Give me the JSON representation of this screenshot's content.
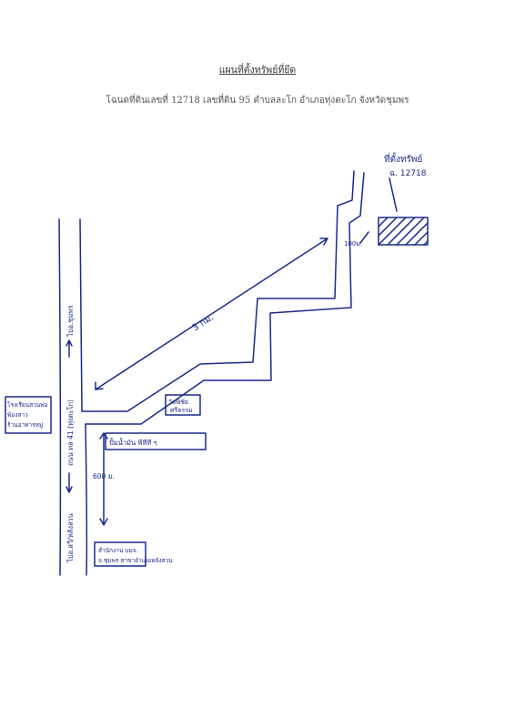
{
  "title": "แผนที่ตั้งทรัพย์ที่ยึด",
  "subtitle": "โฉนดที่ดินเลขที่ 12718 เลขที่ดิน 95 ตำบลละโก อำเภอทุ่งตะโก จังหวัดชุมพร",
  "map": {
    "ink_color": "#1a2a8a",
    "property_label_line1": "ที่ตั้งทรัพย์",
    "property_label_line2": "ฉ. 12718",
    "distance_label": "3 กม.",
    "meters_label": "100ม.",
    "road_label": "ถนน ทล 41 (ทุ่งตะโก)",
    "to_north": "ไปอ.ชุมพร",
    "to_south": "ไปอ.สวี/หลังสวน",
    "landmark_west_line1": "โรงเรียนสวนพ่อ",
    "landmark_west_line2": "พ้องสาว",
    "landmark_west_line3": "ร้านอาหารหมู่",
    "landmark_temple_line1": "วัดพิชัย",
    "landmark_temple_line2": "ศรีธรรม",
    "landmark_shop": "ปั้มน้ำมัน พีทีที ๆ",
    "distance_600": "600 ม.",
    "landmark_office_line1": "สำนักงาน บมจ.",
    "landmark_office_line2": "จ.ชุมพร สาขาอำเภอหลังสวน"
  }
}
